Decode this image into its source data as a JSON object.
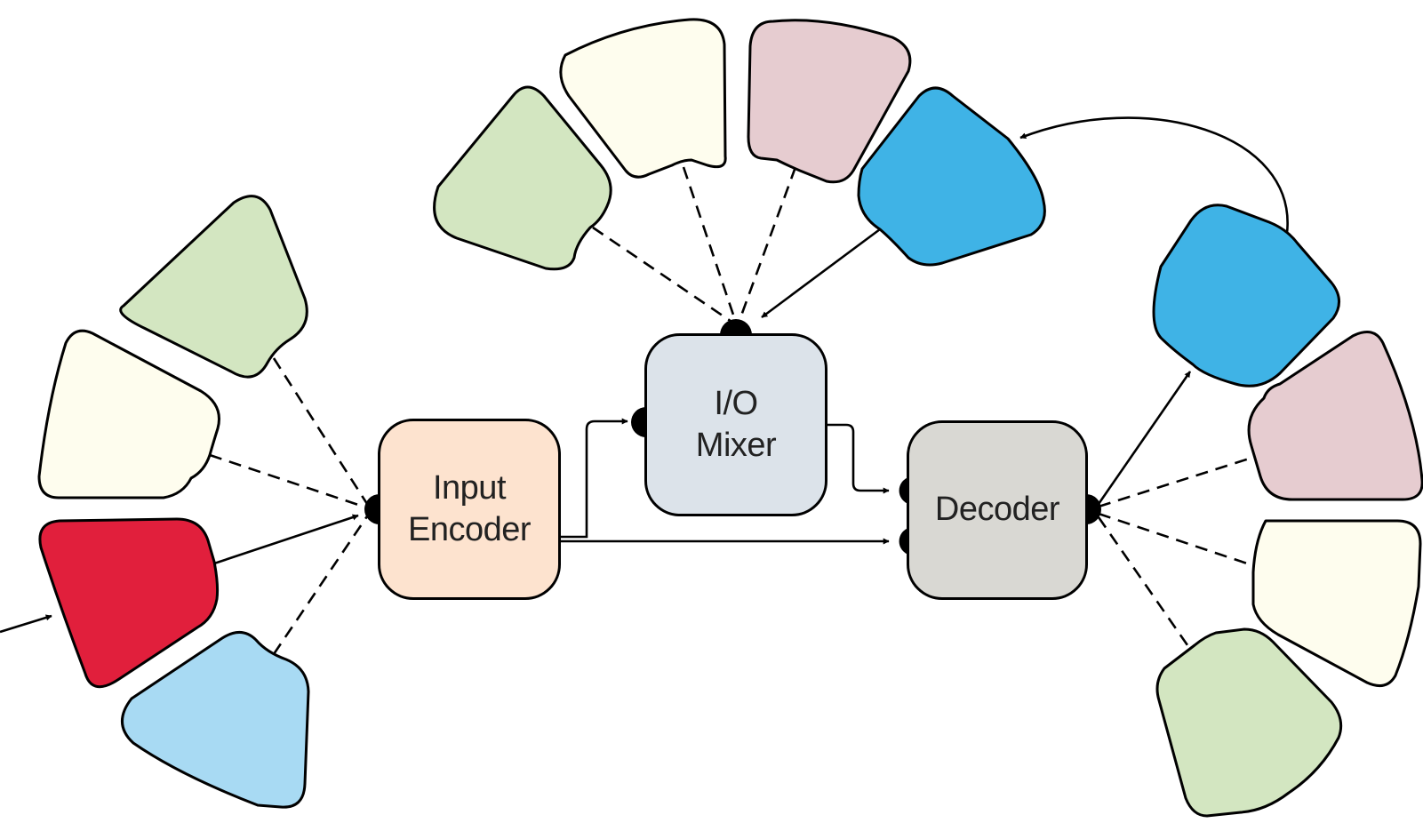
{
  "nodes": {
    "input_encoder": {
      "line1": "Input",
      "line2": "Encoder"
    },
    "io_mixer": {
      "line1": "I/O",
      "line2": "Mixer"
    },
    "decoder": {
      "line1": "Decoder"
    }
  },
  "colors": {
    "input_encoder_fill": "#fde3cf",
    "io_mixer_fill": "#dce3ea",
    "decoder_fill": "#d9d8d3",
    "green": "#d3e6c1",
    "cream": "#fefdee",
    "pink": "#e6ccd0",
    "blue": "#3fb3e6",
    "red": "#e11f3c",
    "light_blue": "#a8daf3"
  },
  "left_pads": [
    "green",
    "cream",
    "red",
    "light_blue"
  ],
  "top_pads": [
    "green",
    "cream",
    "pink",
    "blue"
  ],
  "right_pads": [
    "blue",
    "pink",
    "cream",
    "green"
  ]
}
